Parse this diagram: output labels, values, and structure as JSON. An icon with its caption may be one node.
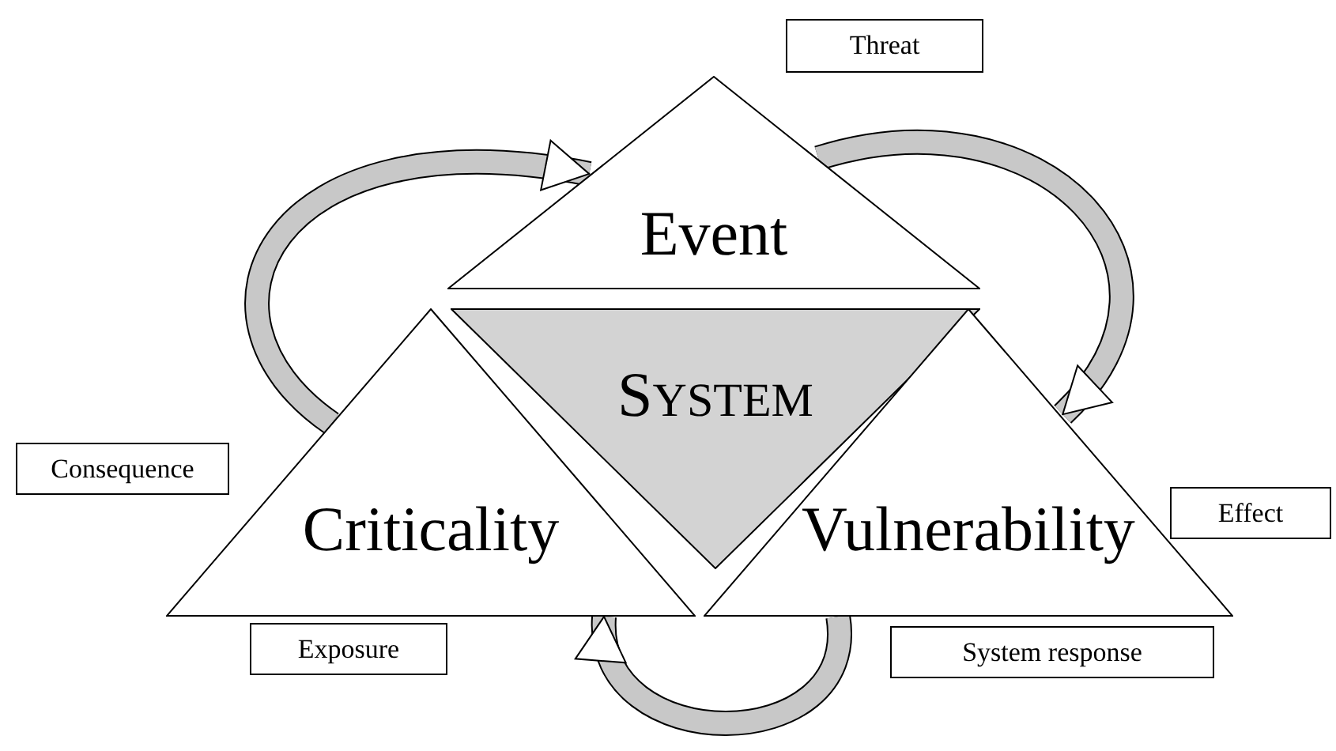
{
  "diagram": {
    "nodes": [
      {
        "text": [
          "Threat"
        ]
      },
      {
        "text": [
          "Event"
        ]
      },
      {
        "text": [
          "SYSTEM"
        ]
      },
      {
        "text": [
          "Consequence"
        ]
      },
      {
        "text": [
          "Effect"
        ]
      },
      {
        "text": [
          "Criticality"
        ]
      },
      {
        "text": [
          "Vulnerability"
        ]
      },
      {
        "text": [
          "Exposure"
        ]
      },
      {
        "text": [
          "System response"
        ]
      }
    ],
    "edges": [
      {
        "from": 5,
        "to": 1,
        "arrow": "to"
      },
      {
        "from": 1,
        "to": 6,
        "arrow": "to"
      },
      {
        "from": 6,
        "to": 5,
        "arrow": "to"
      }
    ]
  }
}
